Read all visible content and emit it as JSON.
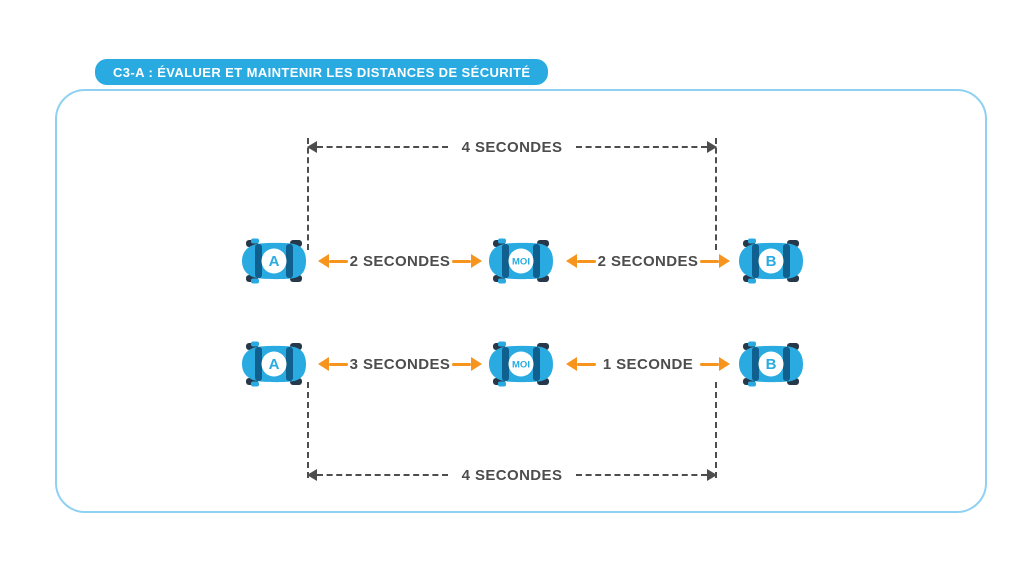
{
  "header": {
    "badge_label": "C3-A : ÉVALUER ET MAINTENIR LES DISTANCES DE SÉCURITÉ"
  },
  "colors": {
    "accent_blue": "#29ABE2",
    "arrow_orange": "#F7941D",
    "text_gray": "#4D4D4D",
    "panel_border": "#8FD1F3",
    "car_window_dark": "#10608F"
  },
  "icons": {
    "car": "car-top-view-icon",
    "orange_arrow": "arrow-icon",
    "dashed_measure": "dashed-measure-line"
  },
  "diagram": {
    "top_measure": {
      "label": "4 SECONDES"
    },
    "bottom_measure": {
      "label": "4 SECONDES"
    },
    "rows": [
      {
        "cars": {
          "left": "A",
          "center": "MOI",
          "right": "B"
        },
        "gaps": {
          "left": "2 SECONDES",
          "right": "2 SECONDES"
        }
      },
      {
        "cars": {
          "left": "A",
          "center": "MOI",
          "right": "B"
        },
        "gaps": {
          "left": "3 SECONDES",
          "right": "1 SECONDE"
        }
      }
    ]
  }
}
